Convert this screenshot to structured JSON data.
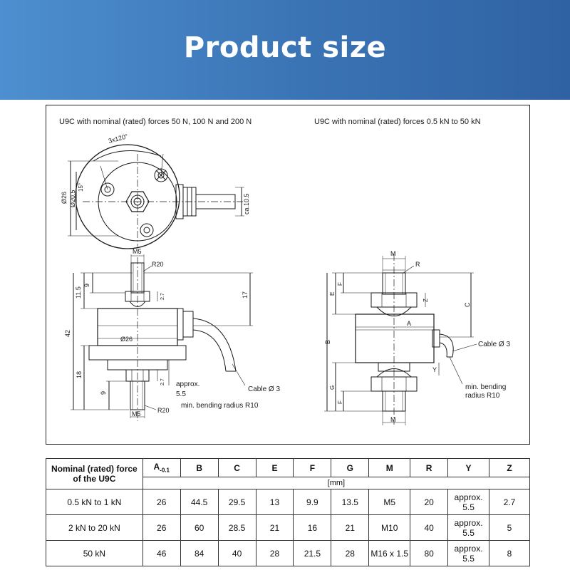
{
  "banner": {
    "title": "Product size"
  },
  "drawing": {
    "caption_left": "U9C with nominal (rated) forces 50 N, 100 N and 200 N",
    "caption_right": "U9C with nominal (rated) forces 0.5 kN to 50 kN",
    "top_view": {
      "angle": "3x120°",
      "angle2": "15°",
      "dia26": "Ø26",
      "dia205": "Ø20.5",
      "ca105": "ca.10.5"
    },
    "side_left": {
      "m5_top": "M5",
      "r20_top": "R20",
      "d115": "11.5",
      "d9_top": "9",
      "d27_top": "2.7",
      "d17": "17",
      "d42": "42",
      "d26": "Ø26",
      "d18": "18",
      "d27_bot": "2.7",
      "d9_bot": "9",
      "m5_bot": "M5",
      "r20_bot": "R20",
      "approx": "approx.",
      "approx_val": "5.5",
      "cable": "Cable Ø 3",
      "bend": "min. bending radius R10"
    },
    "side_right": {
      "m_top": "M",
      "r": "R",
      "e_top": "E",
      "f_top": "F",
      "z": "Z",
      "c": "C",
      "a": "A",
      "b": "B",
      "cable": "Cable Ø 3",
      "y": "Y",
      "g": "G",
      "f_bot": "F",
      "m_bot": "M",
      "bend1": "min. bending",
      "bend2": "radius R10"
    }
  },
  "table": {
    "headers": [
      "Nominal (rated) force of the U9C",
      "A",
      "B",
      "C",
      "E",
      "F",
      "G",
      "M",
      "R",
      "Y",
      "Z"
    ],
    "a_subscript": "-0.1",
    "unit": "[mm]",
    "rows": [
      [
        "0.5 kN to 1 kN",
        "26",
        "44.5",
        "29.5",
        "13",
        "9.9",
        "13.5",
        "M5",
        "20",
        "approx.",
        "5.5",
        "2.7"
      ],
      [
        "2 kN to 20 kN",
        "26",
        "60",
        "28.5",
        "21",
        "16",
        "21",
        "M10",
        "40",
        "approx.",
        "5.5",
        "5"
      ],
      [
        "50 kN",
        "46",
        "84",
        "40",
        "28",
        "21.5",
        "28",
        "M16 x 1.5",
        "80",
        "approx.",
        "5.5",
        "8"
      ]
    ]
  }
}
